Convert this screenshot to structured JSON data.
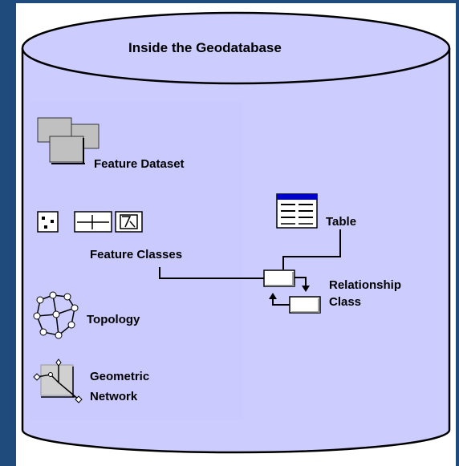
{
  "title": "Inside the Geodatabase",
  "items": {
    "feature_dataset": "Feature Dataset",
    "table": "Table",
    "feature_classes": "Feature Classes",
    "relationship_class_line1": "Relationship",
    "relationship_class_line2": "Class",
    "topology": "Topology",
    "geometric_network_line1": "Geometric",
    "geometric_network_line2": "Network"
  },
  "colors": {
    "background": "#1f4a7c",
    "cylinder_fill": "#ccccff",
    "panel_fill": "#ccccff",
    "table_header": "#0000cc",
    "icon_gray": "#c0c0c0"
  }
}
